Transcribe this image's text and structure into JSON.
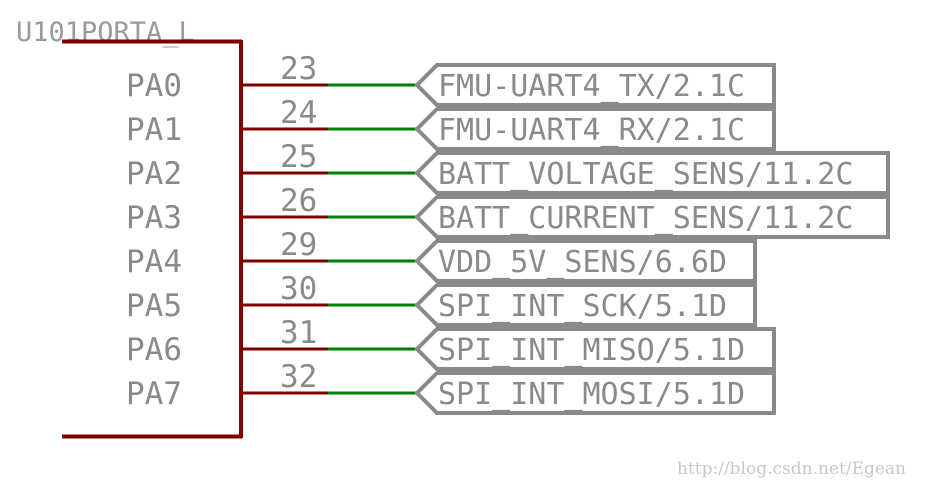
{
  "component": {
    "name": "U101PORTA_L"
  },
  "colors": {
    "body": "#800000",
    "net": "#008000",
    "label_border": "#8a8a8a",
    "text": "#8a8a8a"
  },
  "pins": [
    {
      "name": "PA0",
      "number": "23",
      "net": "FMU-UART4_TX/2.1C"
    },
    {
      "name": "PA1",
      "number": "24",
      "net": "FMU-UART4_RX/2.1C"
    },
    {
      "name": "PA2",
      "number": "25",
      "net": "BATT_VOLTAGE_SENS/11.2C"
    },
    {
      "name": "PA3",
      "number": "26",
      "net": "BATT_CURRENT_SENS/11.2C"
    },
    {
      "name": "PA4",
      "number": "29",
      "net": "VDD_5V_SENS/6.6D"
    },
    {
      "name": "PA5",
      "number": "30",
      "net": "SPI_INT_SCK/5.1D"
    },
    {
      "name": "PA6",
      "number": "31",
      "net": "SPI_INT_MISO/5.1D"
    },
    {
      "name": "PA7",
      "number": "32",
      "net": "SPI_INT_MOSI/5.1D"
    }
  ],
  "watermark": "http://blog.csdn.net/Egean"
}
